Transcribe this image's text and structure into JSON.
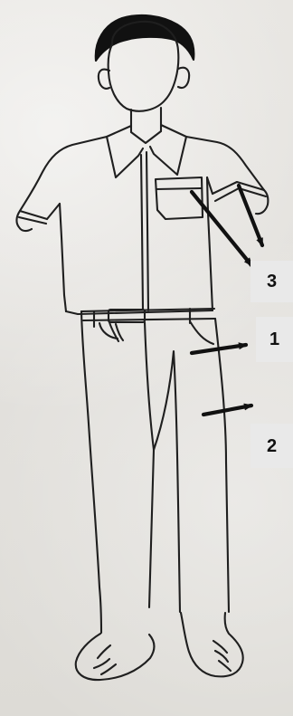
{
  "labels": {
    "one": "1",
    "two": "2",
    "three": "3"
  },
  "colors": {
    "paper": "#e3e1dd",
    "ink": "#1a1a1a",
    "label_background": "#e9e9e9"
  }
}
